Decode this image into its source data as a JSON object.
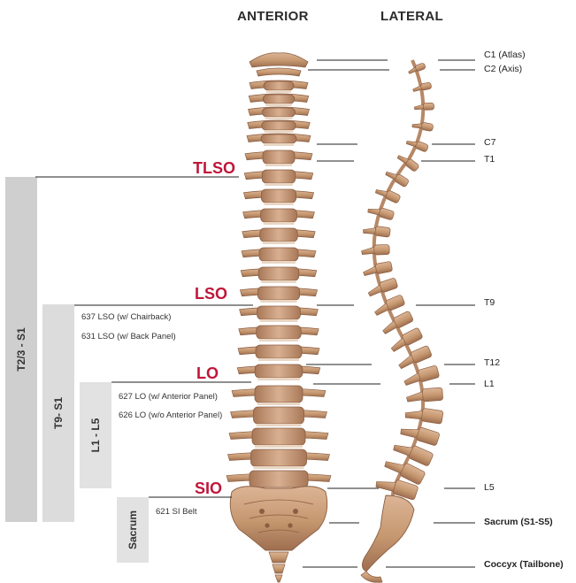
{
  "headers": {
    "anterior": "ANTERIOR",
    "lateral": "LATERAL"
  },
  "vertebra_labels": [
    {
      "id": "c1",
      "text": "C1 (Atlas)"
    },
    {
      "id": "c2",
      "text": "C2 (Axis)"
    },
    {
      "id": "c7",
      "text": "C7"
    },
    {
      "id": "t1",
      "text": "T1"
    },
    {
      "id": "t9",
      "text": "T9"
    },
    {
      "id": "t12",
      "text": "T12"
    },
    {
      "id": "l1",
      "text": "L1"
    },
    {
      "id": "l5",
      "text": "L5"
    },
    {
      "id": "sacrum",
      "text": "Sacrum (S1-S5)"
    },
    {
      "id": "coccyx",
      "text": "Coccyx (Tailbone)"
    }
  ],
  "orthoses": [
    {
      "id": "tlso",
      "name": "TLSO",
      "range": "T2/3 - S1",
      "products": []
    },
    {
      "id": "lso",
      "name": "LSO",
      "range": "T9- S1",
      "products": [
        "637 LSO (w/ Chairback)",
        "631 LSO (w/ Back Panel)"
      ]
    },
    {
      "id": "lo",
      "name": "LO",
      "range": "L1 - L5",
      "products": [
        "627 LO (w/ Anterior Panel)",
        "626 LO (w/o Anterior Panel)"
      ]
    },
    {
      "id": "sio",
      "name": "SIO",
      "range": "Sacrum",
      "products": [
        "621 SI Belt"
      ]
    }
  ],
  "colors": {
    "accent": "#c0163a",
    "bone": "#c89a78",
    "bone_dark": "#9a6a4c",
    "bar_light": "#e2e2e2",
    "bar_mid": "#cfcfcf"
  }
}
